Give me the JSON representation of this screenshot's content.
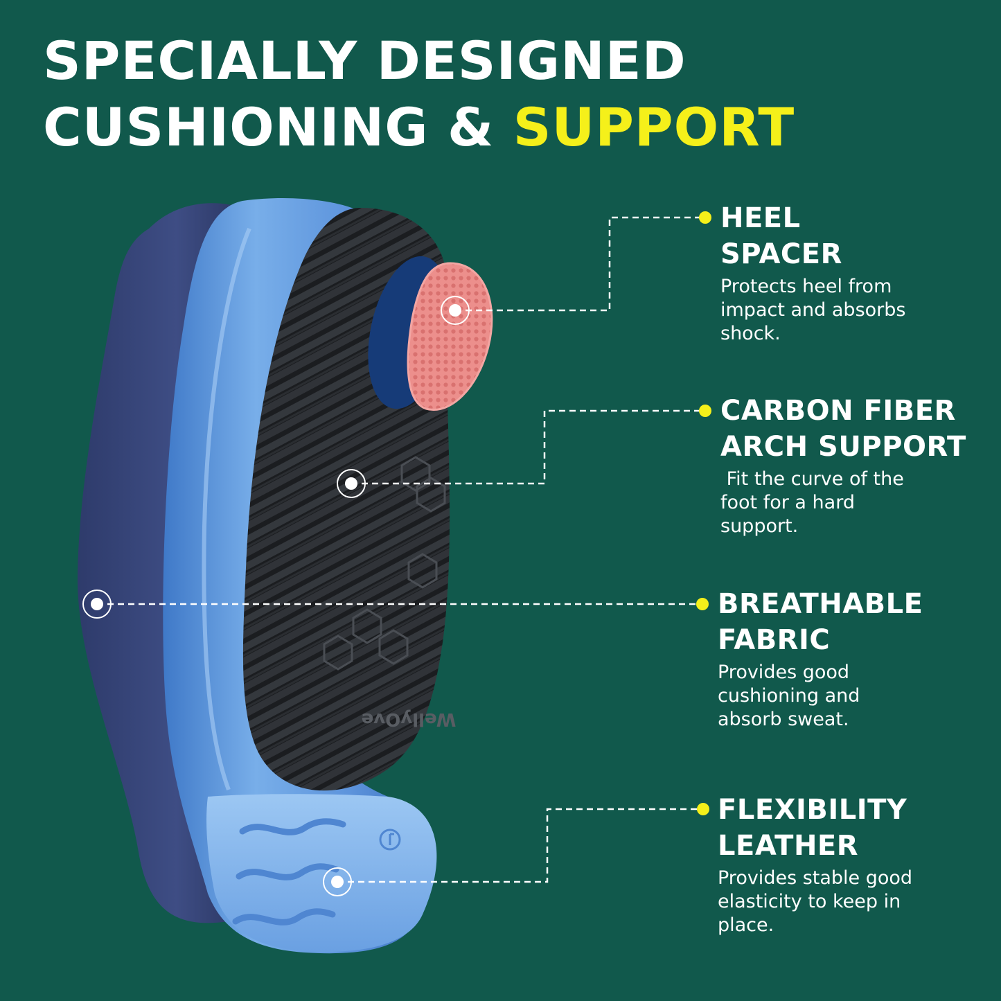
{
  "headline": {
    "line1": "SPECIALLY DESIGNED",
    "line2": "CUSHIONING & ",
    "accent": "SUPPORT"
  },
  "brand_mark": "WellyOve",
  "features": [
    {
      "title_line1": "HEEL",
      "title_line2": "SPACER",
      "description": "Protects heel from\nimpact and absorbs\nshock."
    },
    {
      "title_line1": "CARBON FIBER",
      "title_line2": "ARCH SUPPORT",
      "description": " Fit the curve of the\nfoot for a hard\nsupport."
    },
    {
      "title_line1": "BREATHABLE",
      "title_line2": "FABRIC",
      "description": "Provides good\ncushioning and\nabsorb sweat."
    },
    {
      "title_line1": "FLEXIBILITY",
      "title_line2": "LEATHER",
      "description": "Provides stable good\nelasticity to keep in\nplace."
    }
  ],
  "colors": {
    "background": "#11594c",
    "accent_yellow": "#f5f01a",
    "fabric_navy": "#3b4a7e",
    "shell_blue": "#5c93dc",
    "carbon": "#1d1f22",
    "heel_pad_pink": "#ec8f8c",
    "text": "#ffffff"
  }
}
